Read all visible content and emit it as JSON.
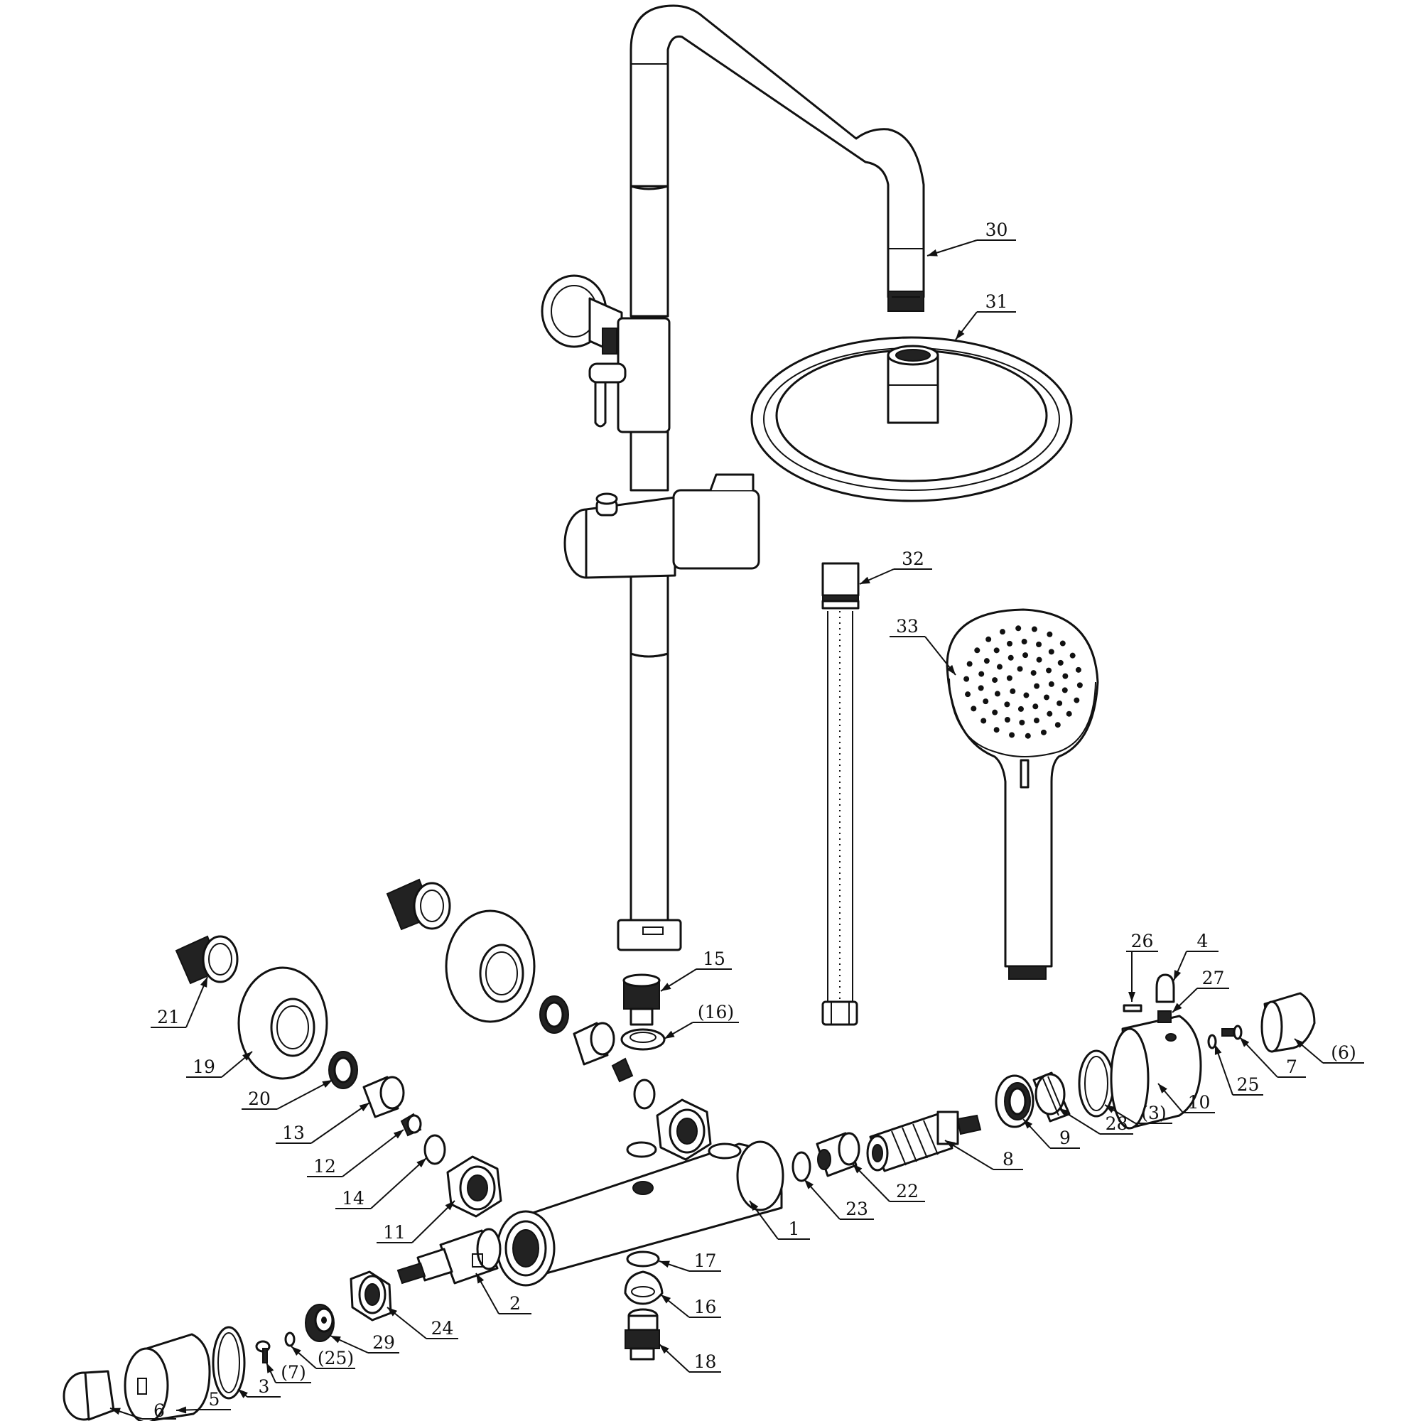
{
  "callouts": [
    {
      "id": "c30",
      "label": "30"
    },
    {
      "id": "c31",
      "label": "31"
    },
    {
      "id": "c32",
      "label": "32"
    },
    {
      "id": "c33",
      "label": "33"
    },
    {
      "id": "c15",
      "label": "15"
    },
    {
      "id": "c16a",
      "label": "(16)"
    },
    {
      "id": "c21",
      "label": "21"
    },
    {
      "id": "c19",
      "label": "19"
    },
    {
      "id": "c20",
      "label": "20"
    },
    {
      "id": "c13",
      "label": "13"
    },
    {
      "id": "c12",
      "label": "12"
    },
    {
      "id": "c14",
      "label": "14"
    },
    {
      "id": "c11",
      "label": "11"
    },
    {
      "id": "c1",
      "label": "1"
    },
    {
      "id": "c23",
      "label": "23"
    },
    {
      "id": "c22",
      "label": "22"
    },
    {
      "id": "c8",
      "label": "8"
    },
    {
      "id": "c9",
      "label": "9"
    },
    {
      "id": "c28",
      "label": "28"
    },
    {
      "id": "c3a",
      "label": "(3)"
    },
    {
      "id": "c10",
      "label": "10"
    },
    {
      "id": "c25",
      "label": "25"
    },
    {
      "id": "c7",
      "label": "7"
    },
    {
      "id": "c6a",
      "label": "(6)"
    },
    {
      "id": "c26",
      "label": "26"
    },
    {
      "id": "c4",
      "label": "4"
    },
    {
      "id": "c27",
      "label": "27"
    },
    {
      "id": "c17",
      "label": "17"
    },
    {
      "id": "c16",
      "label": "16"
    },
    {
      "id": "c18",
      "label": "18"
    },
    {
      "id": "c2",
      "label": "2"
    },
    {
      "id": "c24",
      "label": "24"
    },
    {
      "id": "c29",
      "label": "29"
    },
    {
      "id": "c25a",
      "label": "(25)"
    },
    {
      "id": "c7a",
      "label": "(7)"
    },
    {
      "id": "c3",
      "label": "3"
    },
    {
      "id": "c5",
      "label": "5"
    },
    {
      "id": "c6",
      "label": "6"
    }
  ]
}
